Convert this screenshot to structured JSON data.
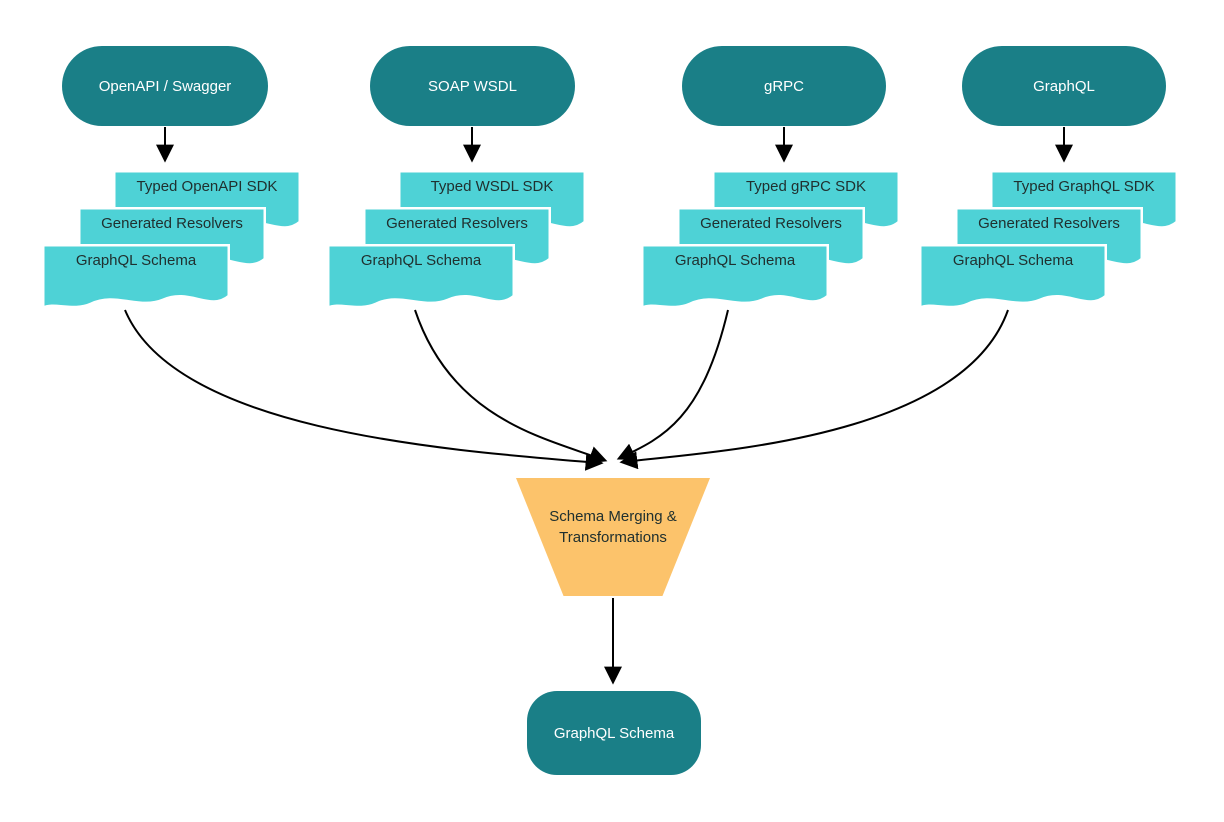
{
  "diagram": {
    "sources": [
      {
        "label": "OpenAPI / Swagger",
        "docs": [
          "Typed OpenAPI SDK",
          "Generated Resolvers",
          "GraphQL Schema"
        ]
      },
      {
        "label": "SOAP WSDL",
        "docs": [
          "Typed WSDL SDK",
          "Generated Resolvers",
          "GraphQL Schema"
        ]
      },
      {
        "label": "gRPC",
        "docs": [
          "Typed gRPC SDK",
          "Generated Resolvers",
          "GraphQL Schema"
        ]
      },
      {
        "label": "GraphQL",
        "docs": [
          "Typed GraphQL SDK",
          "Generated Resolvers",
          "GraphQL Schema"
        ]
      }
    ],
    "merge_node": {
      "label_line1": "Schema Merging &",
      "label_line2": "Transformations"
    },
    "output": {
      "label": "GraphQL Schema"
    },
    "colors": {
      "source_fill": "#1a7f87",
      "source_text": "#ffffff",
      "doc_fill": "#4ed2d6",
      "doc_text": "#20302f",
      "merge_fill": "#fcc36b",
      "arrow": "#000000"
    }
  }
}
